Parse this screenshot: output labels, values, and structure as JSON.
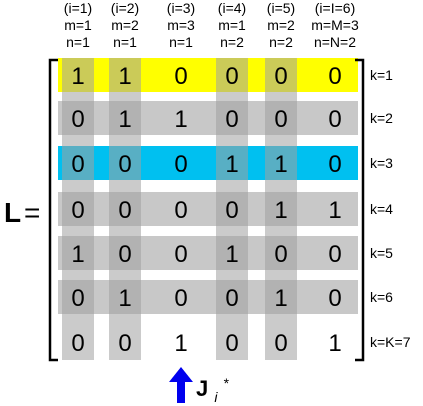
{
  "matrix_symbol": "L",
  "equals": "=",
  "column_headers": [
    {
      "i": "(i=1)",
      "m": "m=1",
      "n": "n=1"
    },
    {
      "i": "(i=2)",
      "m": "m=2",
      "n": "n=1"
    },
    {
      "i": "(i=3)",
      "m": "m=3",
      "n": "n=1"
    },
    {
      "i": "(i=4)",
      "m": "m=1",
      "n": "n=2"
    },
    {
      "i": "(i=5)",
      "m": "m=2",
      "n": "n=2"
    },
    {
      "i": "(i=I=6)",
      "m": "m=M=3",
      "n": "n=N=2"
    }
  ],
  "row_labels": [
    "k=1",
    "k=2",
    "k=3",
    "k=4",
    "k=5",
    "k=6",
    "k=K=7"
  ],
  "matrix": [
    [
      1,
      1,
      0,
      0,
      0,
      0
    ],
    [
      0,
      1,
      1,
      0,
      0,
      0
    ],
    [
      0,
      0,
      0,
      1,
      1,
      0
    ],
    [
      0,
      0,
      0,
      0,
      1,
      1
    ],
    [
      1,
      0,
      0,
      1,
      0,
      0
    ],
    [
      0,
      1,
      0,
      0,
      1,
      0
    ],
    [
      0,
      0,
      1,
      0,
      0,
      1
    ]
  ],
  "highlighted_rows": [
    {
      "row": 0,
      "color": "#ffff00"
    },
    {
      "row": 2,
      "color": "#00c0f0"
    }
  ],
  "shaded_columns": [
    0,
    1,
    3,
    4
  ],
  "shaded_rows": [
    1,
    3,
    4,
    5
  ],
  "colors": {
    "row_band": "#c8c8c8",
    "column_band": "#a0a0a0",
    "arrow": "#0000ee",
    "text": "#000000"
  },
  "arrow_label": {
    "main": "J",
    "subscript": "i",
    "superscript": "*"
  }
}
